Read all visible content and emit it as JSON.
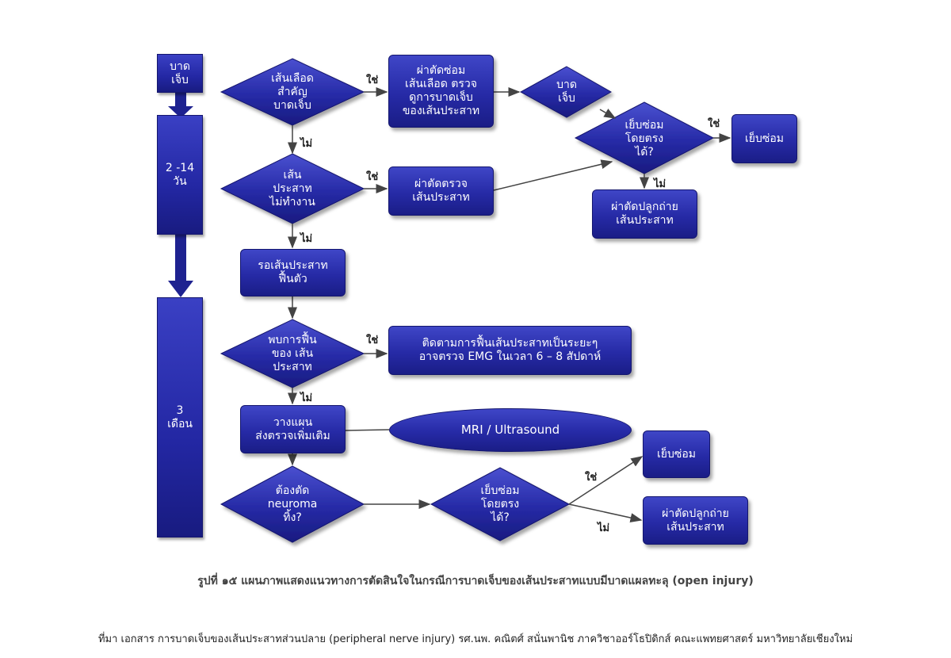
{
  "timeline": {
    "injury": "บาด\nเจ็บ",
    "two_weeks": "2 -14\nวัน",
    "three_months": "3\nเดือน"
  },
  "nodes": {
    "d_vessel": "เส้นเลือด\nสำคัญ\nบาดเจ็บ",
    "b_repair_vessel": "ผ่าตัดซ่อม\nเส้นเลือด ตรวจ\nดูการบาดเจ็บ\nของเส้นประสาท",
    "d_nerve_cut": "บาด\nเจ็บ",
    "d_direct_repair": "เย็บซ่อม\nโดยตรง\nได้?",
    "b_suture_1": "เย็บซ่อม",
    "b_graft_1": "ผ่าตัดปลูกถ่าย\nเส้นประสาท",
    "d_nerve_fail": "เส้น\nประสาท\nไม่ทำงาน",
    "b_explore": "ผ่าตัดตรวจ\nเส้นประสาท",
    "b_wait": "รอเส้นประสาท\nฟื้นตัว",
    "d_recovery": "พบการฟื้น\nของ เส้น\nประสาท",
    "b_follow": "ติดตามการฟื้นเส้นประสาทเป็นระยะๆ\nอาจตรวจ EMG ในเวลา 6 – 8 สัปดาห์",
    "b_plan": "วางแผน\nส่งตรวจเพิ่มเติม",
    "e_imaging": "MRI /  Ultrasound",
    "d_neuroma": "ต้องตัด\nneuroma\nทิ้ง?",
    "d_direct_repair_2": "เย็บซ่อม\nโดยตรง\nได้?",
    "b_suture_2": "เย็บซ่อม",
    "b_graft_2": "ผ่าตัดปลูกถ่าย\nเส้นประสาท"
  },
  "edge_labels": {
    "yes": "ใช่",
    "no": "ไม่"
  },
  "caption": "รูปที่ ๑๕ แผนภาพแสดงแนวทางการตัดสินใจในกรณีการบาดเจ็บของเส้นประสาทแบบมีบาดแผลทะลุ (open injury)",
  "source": "ที่มา เอกสาร การบาดเจ็บของเส้นประสาทส่วนปลาย (peripheral nerve injury) รศ.นพ. คณิตศ์ สนั่นพานิช ภาควิชาออร์โธปิดิกส์ คณะแพทยศาสตร์ มหาวิทยาลัยเชียงใหม่",
  "colors": {
    "node": "#2a2fae",
    "arrow": "#444444"
  }
}
